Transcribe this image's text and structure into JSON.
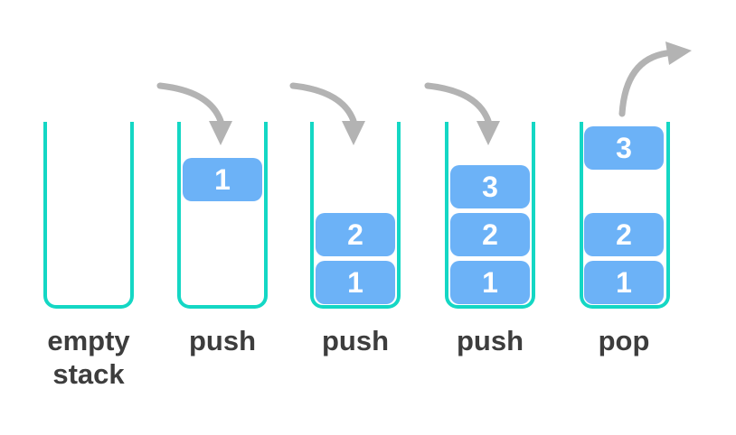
{
  "diagram": {
    "subject": "stack push and pop operations",
    "colors": {
      "background": "#ffffff",
      "container": "#14d7c4",
      "block": "#6cb2f7",
      "block_text": "#ffffff",
      "arrow": "#b3b3b3",
      "label": "#3d3d3d"
    }
  },
  "stacks": [
    {
      "id": "stack-1",
      "label": "empty stack",
      "arrow": "none",
      "blocks": []
    },
    {
      "id": "stack-2",
      "label": "push",
      "arrow": "push-in",
      "blocks": [
        {
          "value": "1"
        }
      ]
    },
    {
      "id": "stack-3",
      "label": "push",
      "arrow": "push-in",
      "blocks": [
        {
          "value": "2"
        },
        {
          "value": "1"
        }
      ]
    },
    {
      "id": "stack-4",
      "label": "push",
      "arrow": "push-in",
      "blocks": [
        {
          "value": "3"
        },
        {
          "value": "2"
        },
        {
          "value": "1"
        }
      ]
    },
    {
      "id": "stack-5",
      "label": "pop",
      "arrow": "pop-out",
      "blocks": [
        {
          "value": "3",
          "state": "popping"
        },
        {
          "value": "2"
        },
        {
          "value": "1"
        }
      ]
    }
  ]
}
